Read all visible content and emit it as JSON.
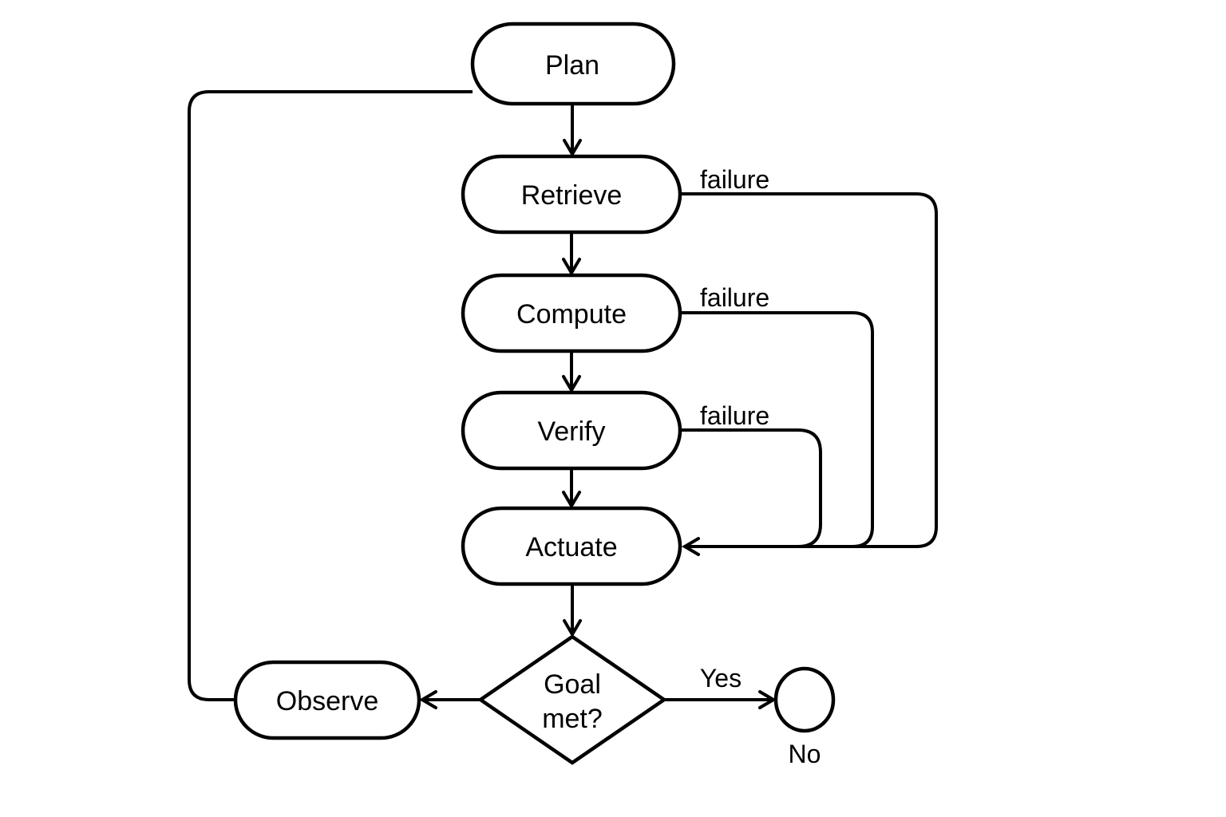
{
  "diagram": {
    "background_color": "#ffffff",
    "stroke_color": "#000000",
    "node_fill_color": "#ffffff",
    "text_color": "#000000",
    "nodes": {
      "plan": {
        "label": "Plan",
        "shape": "stadium"
      },
      "retrieve": {
        "label": "Retrieve",
        "shape": "stadium"
      },
      "compute": {
        "label": "Compute",
        "shape": "stadium"
      },
      "verify": {
        "label": "Verify",
        "shape": "stadium"
      },
      "actuate": {
        "label": "Actuate",
        "shape": "stadium"
      },
      "observe": {
        "label": "Observe",
        "shape": "stadium"
      },
      "goal_met": {
        "label": "Goal met?",
        "label_lines": [
          "Goal",
          "met?"
        ],
        "shape": "diamond"
      },
      "terminal": {
        "label": "",
        "shape": "circle"
      }
    },
    "edge_labels": {
      "retrieve_failure": "failure",
      "compute_failure": "failure",
      "verify_failure": "failure",
      "yes": "Yes",
      "no": "No"
    },
    "edges": [
      {
        "from": "plan",
        "to": "retrieve"
      },
      {
        "from": "retrieve",
        "to": "compute"
      },
      {
        "from": "compute",
        "to": "verify"
      },
      {
        "from": "verify",
        "to": "actuate"
      },
      {
        "from": "actuate",
        "to": "goal_met"
      },
      {
        "from": "goal_met",
        "to": "observe"
      },
      {
        "from": "goal_met",
        "to": "terminal",
        "label": "Yes"
      },
      {
        "from": "observe",
        "to": "plan"
      },
      {
        "from": "retrieve",
        "to": "actuate",
        "label": "failure"
      },
      {
        "from": "compute",
        "to": "actuate",
        "label": "failure"
      },
      {
        "from": "verify",
        "to": "actuate",
        "label": "failure"
      }
    ]
  }
}
